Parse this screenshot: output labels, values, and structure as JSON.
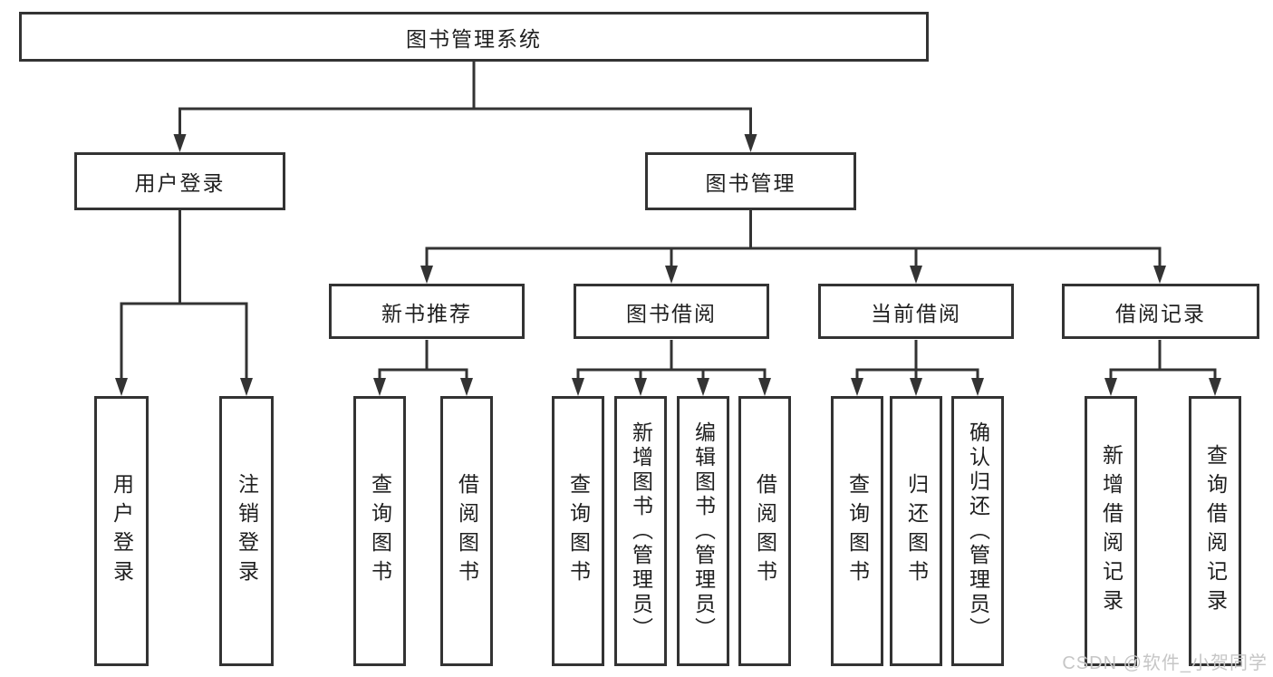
{
  "diagram": {
    "root": "图书管理系统",
    "level2": [
      "用户登录",
      "图书管理"
    ],
    "level3": [
      "新书推荐",
      "图书借阅",
      "当前借阅",
      "借阅记录"
    ],
    "leaves_user_login": [
      "用户登录",
      "注销登录"
    ],
    "leaves_new_book": [
      "查询图书",
      "借阅图书"
    ],
    "leaves_book_borrow": [
      "查询图书",
      "新增图书（管理员）",
      "编辑图书（管理员）",
      "借阅图书"
    ],
    "leaves_current_borrow": [
      "查询图书",
      "归还图书",
      "确认归还（管理员）"
    ],
    "leaves_borrow_records": [
      "新增借阅记录",
      "查询借阅记录"
    ]
  },
  "watermark": "CSDN @软件_小贺同学",
  "colors": {
    "line": "#333333",
    "box_border": "#333333",
    "text": "#1f1f1f",
    "watermark": "#c6c6c6",
    "background": "#ffffff"
  }
}
